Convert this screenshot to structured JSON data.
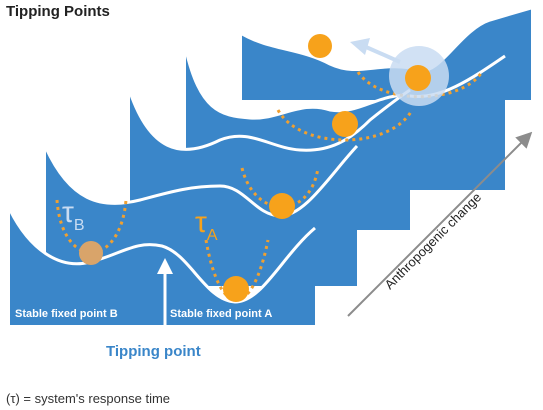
{
  "title": "Tipping Points",
  "labels": {
    "stable_b": "Stable fixed point B",
    "stable_a": "Stable fixed point A",
    "tipping_point": "Tipping point",
    "anthropogenic": "Anthropogenic change",
    "tau_b_symbol": "τ",
    "tau_b_sub": "B",
    "tau_a_symbol": "τ",
    "tau_a_sub": "A"
  },
  "footnote": "(τ) = system's response time",
  "colors": {
    "panel": "#3a86c9",
    "ball": "#f7a21b",
    "ball_faded": "#d9a46a",
    "dotted": "#f0a030",
    "arrow_gray": "#8c8c8c",
    "halo": "#c9dcf2"
  }
}
